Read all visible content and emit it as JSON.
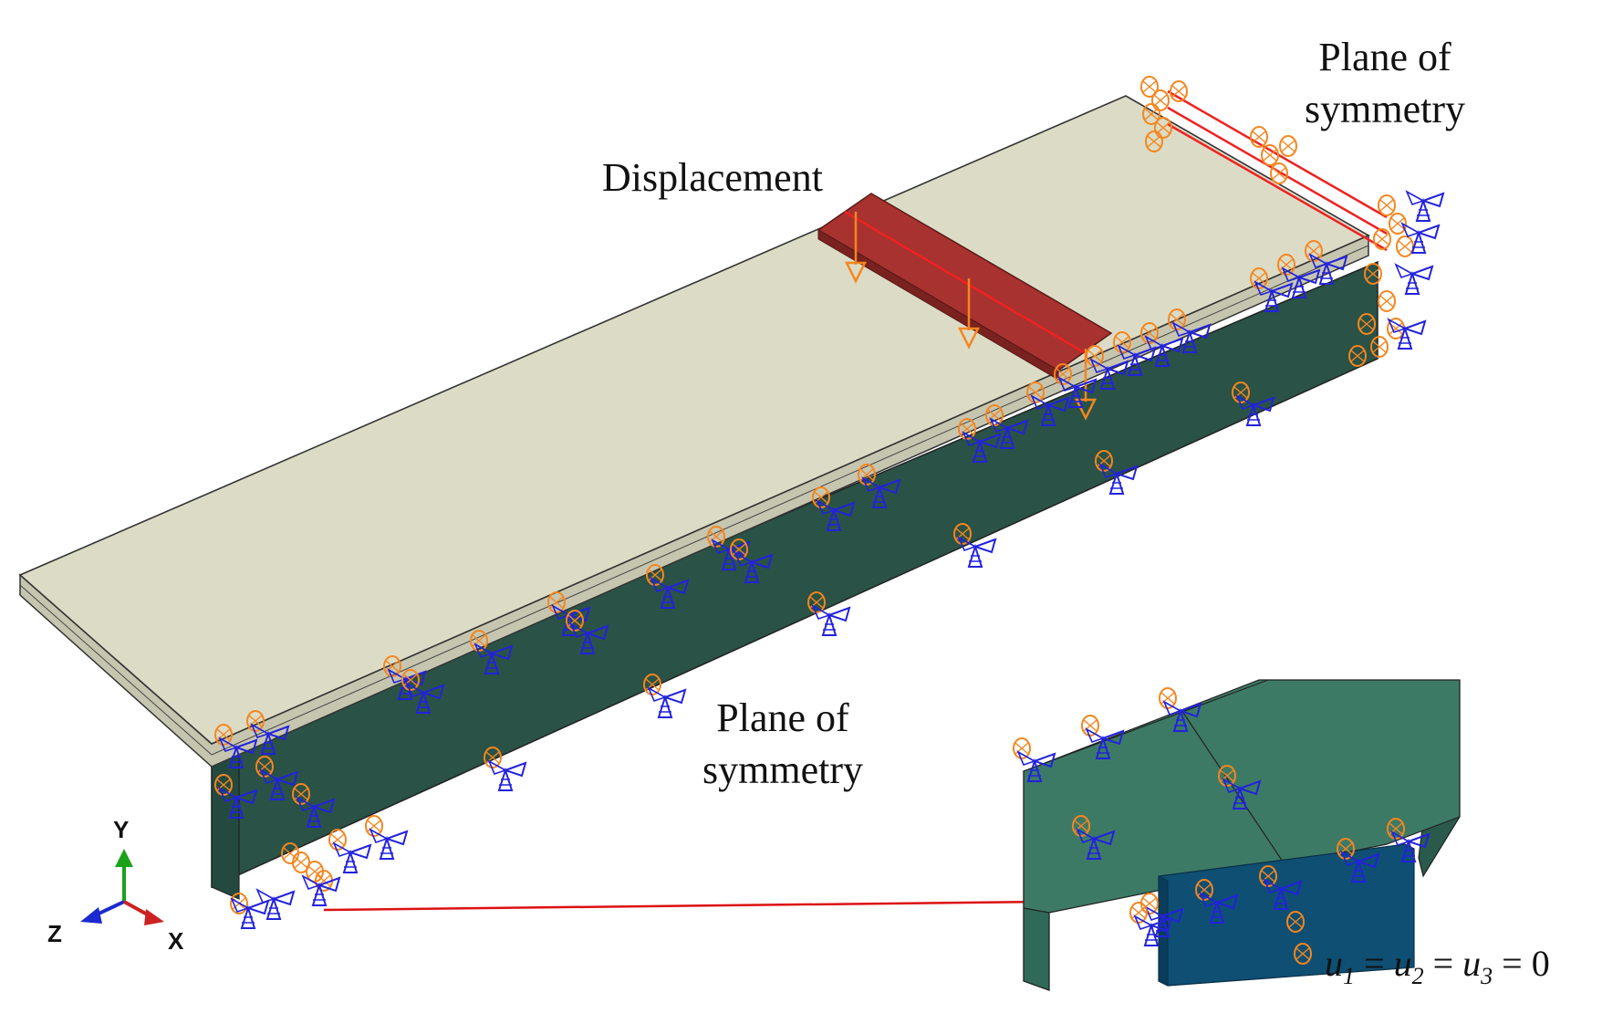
{
  "labels": {
    "displacement": "Displacement",
    "symmetry_top_line1": "Plane of",
    "symmetry_top_line2": "symmetry",
    "symmetry_mid_line1": "Plane of",
    "symmetry_mid_line2": "symmetry"
  },
  "equation": {
    "var": "u",
    "sub1": "1",
    "sub2": "2",
    "sub3": "3",
    "equals": "=",
    "value": "0"
  },
  "axes": {
    "y_label": "Y",
    "z_label": "Z",
    "x_label": "X"
  },
  "colors": {
    "slab_top": "#dcdcc6",
    "slab_edge": "#bdbda8",
    "web": "#2a5246",
    "load_plate": "#a8322f",
    "inset_top": "#3d7a66",
    "inset_support": "#0e4f73",
    "bc_orange": "#f5861f",
    "bc_blue": "#2222dd",
    "leader_red": "#dd1111"
  }
}
